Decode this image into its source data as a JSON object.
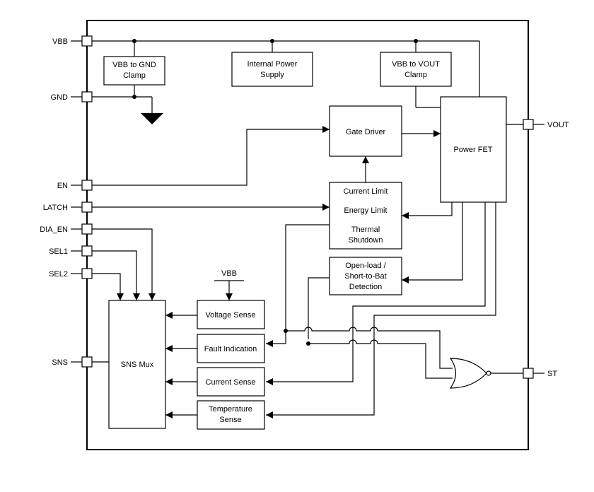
{
  "pins": {
    "vbb": "VBB",
    "gnd": "GND",
    "en": "EN",
    "latch": "LATCH",
    "dia_en": "DIA_EN",
    "sel1": "SEL1",
    "sel2": "SEL2",
    "sns": "SNS",
    "vout": "VOUT",
    "st": "ST"
  },
  "blocks": {
    "vbb_gnd_clamp": [
      "VBB to GND",
      "Clamp"
    ],
    "internal_power_supply": [
      "Internal Power",
      "Supply"
    ],
    "vbb_vout_clamp": [
      "VBB to VOUT",
      "Clamp"
    ],
    "gate_driver": "Gate Driver",
    "power_fet": "Power FET",
    "protection": {
      "current_limit": "Current Limit",
      "energy_limit": "Energy Limit",
      "thermal_shutdown": [
        "Thermal",
        "Shutdown"
      ]
    },
    "openload_detection": [
      "Open-load /",
      "Short-to-Bat",
      "Detection"
    ],
    "voltage_sense": "Voltage Sense",
    "vbb_ref": "VBB",
    "fault_indication": "Fault Indication",
    "current_sense": "Current Sense",
    "temperature_sense": [
      "Temperature",
      "Sense"
    ],
    "sns_mux": "SNS Mux"
  }
}
